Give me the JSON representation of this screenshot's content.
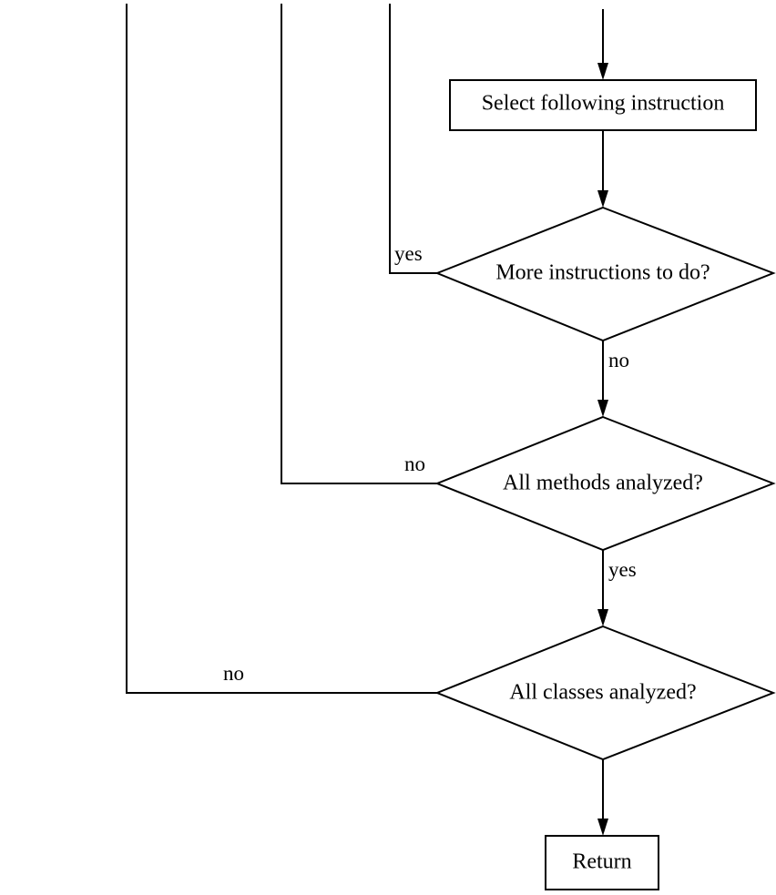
{
  "nodes": {
    "select_instruction": "Select following instruction",
    "more_instructions": "More instructions to do?",
    "all_methods": "All methods analyzed?",
    "all_classes": "All classes analyzed?",
    "return": "Return"
  },
  "edges": {
    "more_instructions_yes": "yes",
    "more_instructions_no": "no",
    "all_methods_no": "no",
    "all_methods_yes": "yes",
    "all_classes_no": "no"
  }
}
